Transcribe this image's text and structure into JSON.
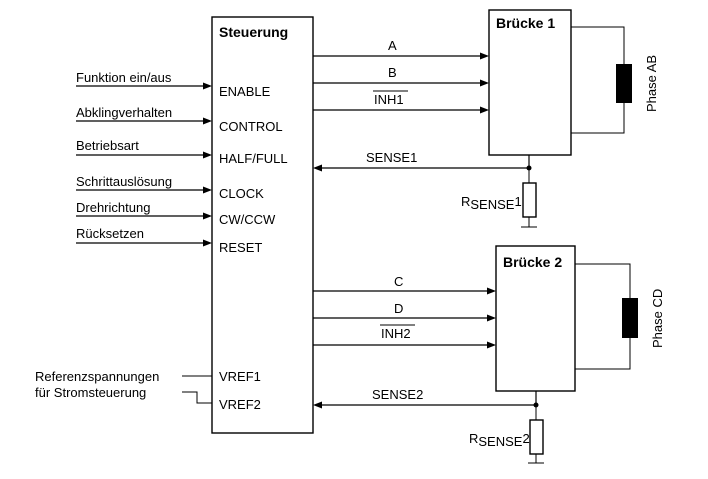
{
  "controller": {
    "title": "Steuerung",
    "pins": {
      "enable": "ENABLE",
      "control": "CONTROL",
      "half_full": "HALF/FULL",
      "clock": "CLOCK",
      "cw_ccw": "CW/CCW",
      "reset": "RESET",
      "vref1": "VREF1",
      "vref2": "VREF2"
    }
  },
  "inputs": {
    "enable": "Funktion ein/aus",
    "control": "Abklingverhalten",
    "half_full": "Betriebsart",
    "clock": "Schrittauslösung",
    "cw_ccw": "Drehrichtung",
    "reset": "Rücksetzen",
    "vref_line1": "Referenzspannungen",
    "vref_line2": "für Stromsteuerung"
  },
  "bridge1": {
    "title": "Brücke 1",
    "signals": {
      "a": "A",
      "b": "B",
      "inh": "INH1"
    },
    "sense": "SENSE1",
    "resistor_label": "R",
    "resistor_sub": "SENSE",
    "resistor_suffix": "1",
    "phase": "Phase AB"
  },
  "bridge2": {
    "title": "Brücke 2",
    "signals": {
      "c": "C",
      "d": "D",
      "inh": "INH2"
    },
    "sense": "SENSE2",
    "resistor_label": "R",
    "resistor_sub": "SENSE",
    "resistor_suffix": "2",
    "phase": "Phase CD"
  }
}
